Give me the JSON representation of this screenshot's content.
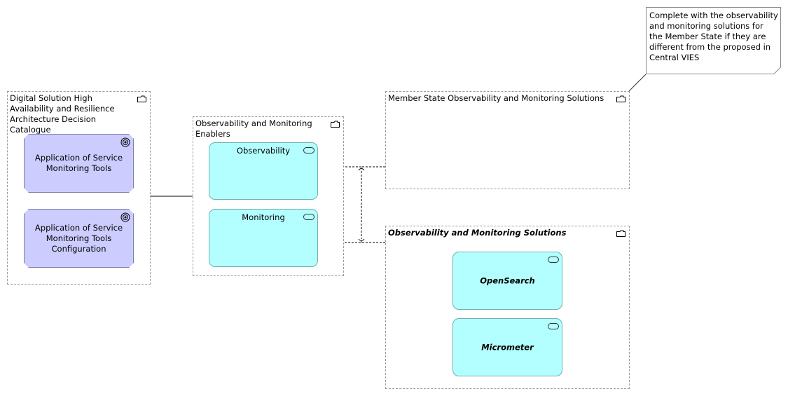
{
  "note": {
    "text": "Complete with the observability and monitoring solutions for the Member State if they are different from the proposed in Central VIES"
  },
  "groups": {
    "decision_catalogue": {
      "label": "Digital Solution High Availability and Resilience Architecture Decision Catalogue",
      "items": [
        {
          "label": "Application of Service Monitoring Tools",
          "icon": "target-icon"
        },
        {
          "label": "Application of Service Monitoring Tools Configuration",
          "icon": "target-icon"
        }
      ]
    },
    "enablers": {
      "label": "Observability and Monitoring Enablers",
      "items": [
        {
          "label": "Observability",
          "icon": "service-pill-icon"
        },
        {
          "label": "Monitoring",
          "icon": "service-pill-icon"
        }
      ]
    },
    "member_state": {
      "label": "Member State Observability and Monitoring Solutions"
    },
    "solutions": {
      "label": "Observability and Monitoring Solutions",
      "items": [
        {
          "label": "OpenSearch",
          "icon": "service-pill-icon"
        },
        {
          "label": "Micrometer",
          "icon": "service-pill-icon"
        }
      ]
    }
  },
  "colors": {
    "goal_fill": "#ccccff",
    "service_fill": "#b3ffff",
    "group_border": "#9a9a9a"
  }
}
